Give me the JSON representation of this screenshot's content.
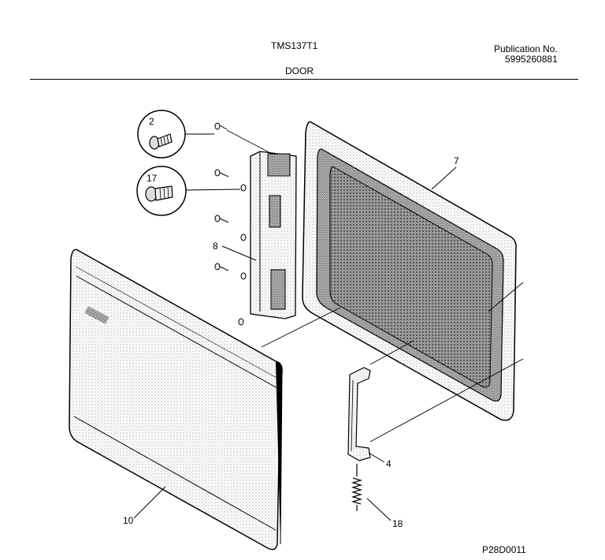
{
  "header": {
    "model": "TMS137T1",
    "publication_label": "Publication No.",
    "publication_number": "5995260881",
    "section": "DOOR"
  },
  "callouts": {
    "screw": "2",
    "screw_flanged": "17",
    "door_frame": "7",
    "hinge": "8",
    "door_panel": "10",
    "handle": "4",
    "spring": "18"
  },
  "footer": {
    "diagram_code": "P28D0011"
  }
}
